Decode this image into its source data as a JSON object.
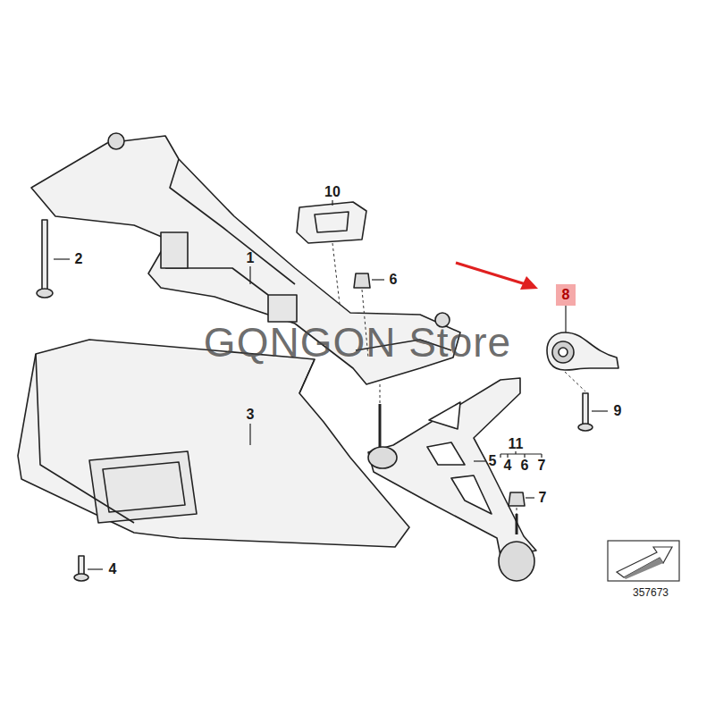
{
  "diagram": {
    "nodes": [
      {
        "text": [
          "8"
        ]
      }
    ],
    "labels": [
      "10",
      "2",
      "1",
      "6",
      "9",
      "3",
      "11",
      "5",
      "4",
      "6",
      "7",
      "7",
      "4",
      "357673",
      "GQNGON Store"
    ]
  }
}
